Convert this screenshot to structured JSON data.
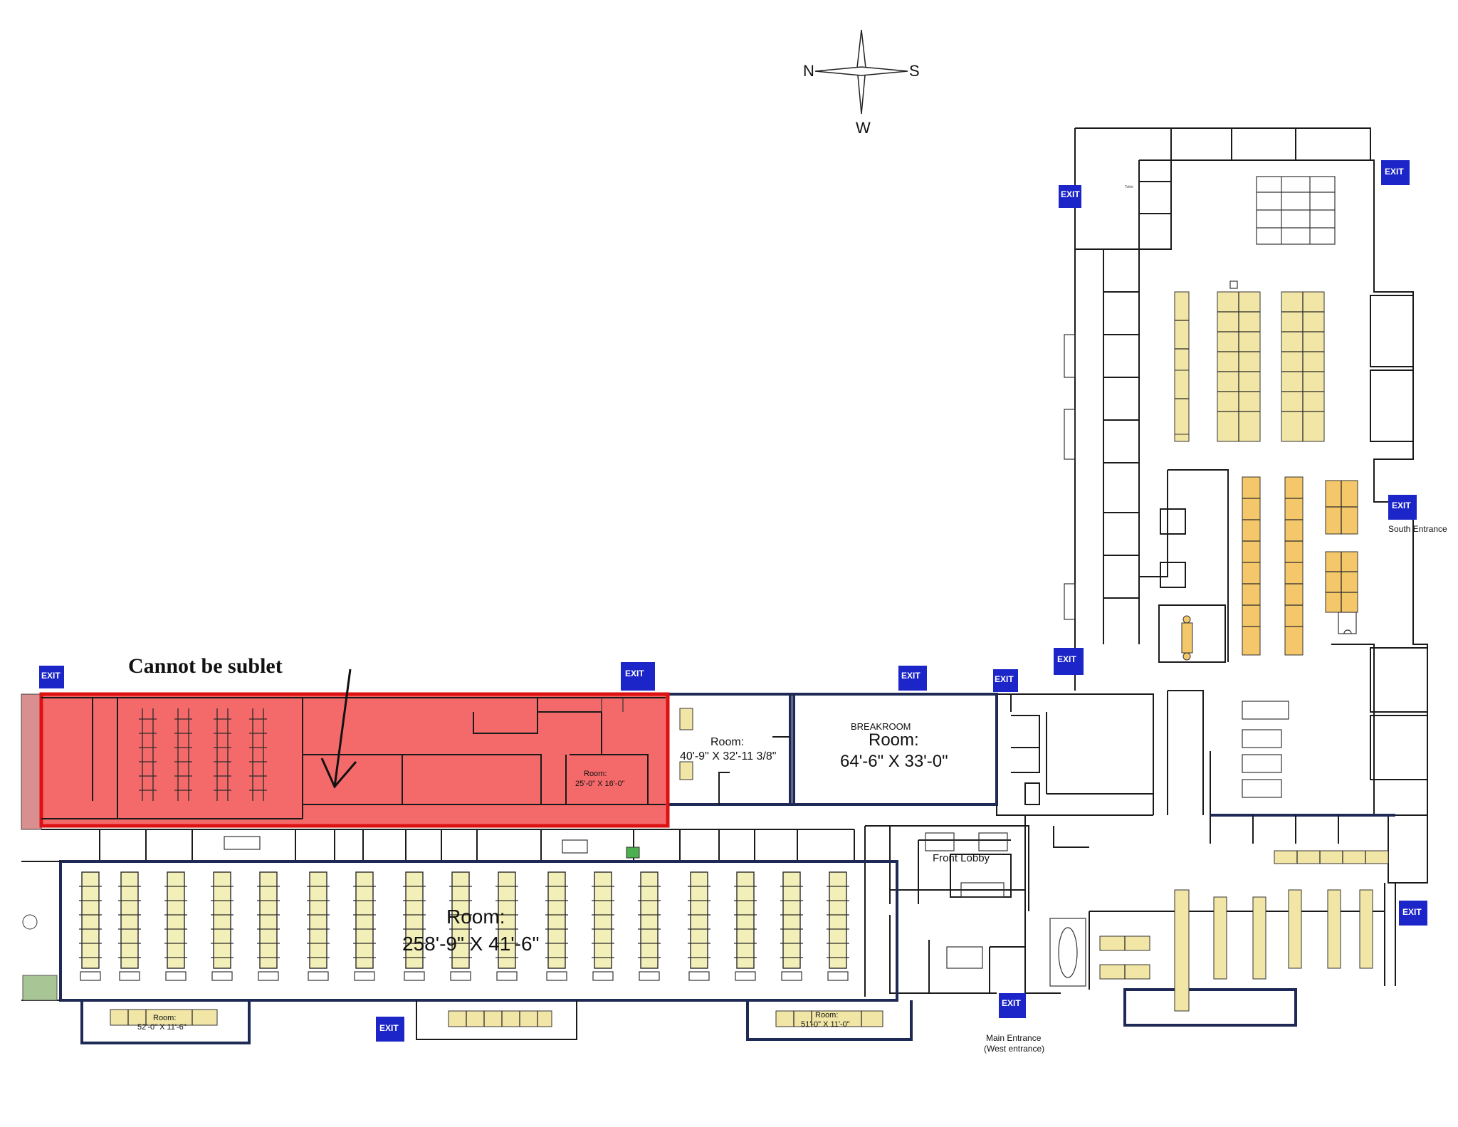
{
  "compass": {
    "north": "N",
    "south": "S",
    "west": "W"
  },
  "annotation": {
    "text": "Cannot be sublet",
    "highlight_color": "#f46a6a"
  },
  "exit_label": "EXIT",
  "rooms": {
    "large_floor": {
      "label": "Room:",
      "dims": "258'-9\" X 41'-6\""
    },
    "breakroom": {
      "title": "BREAKROOM",
      "label": "Room:",
      "dims": "64'-6\" X 33'-0\""
    },
    "room_40": {
      "label": "Room:",
      "dims": "40'-9\" X 32'-11 3/8\""
    },
    "room_25": {
      "label": "Room:",
      "dims": "25'-0\" X 16'-0\""
    },
    "room_52": {
      "label": "Room:",
      "dims": "52'-0\" X 11'-6\""
    },
    "room_51": {
      "label": "Room:",
      "dims": "51'-0\" X 11'-0\""
    }
  },
  "labels": {
    "front_lobby": "Front Lobby",
    "south_entrance": "South Entrance",
    "main_entrance_1": "Main Entrance",
    "main_entrance_2": "(West entrance)"
  },
  "colors": {
    "exit": "#1b25c8",
    "wall_blue": "#1e2a55",
    "rack_fill": "#f3efb8",
    "desk_orange": "#f4c86a"
  }
}
